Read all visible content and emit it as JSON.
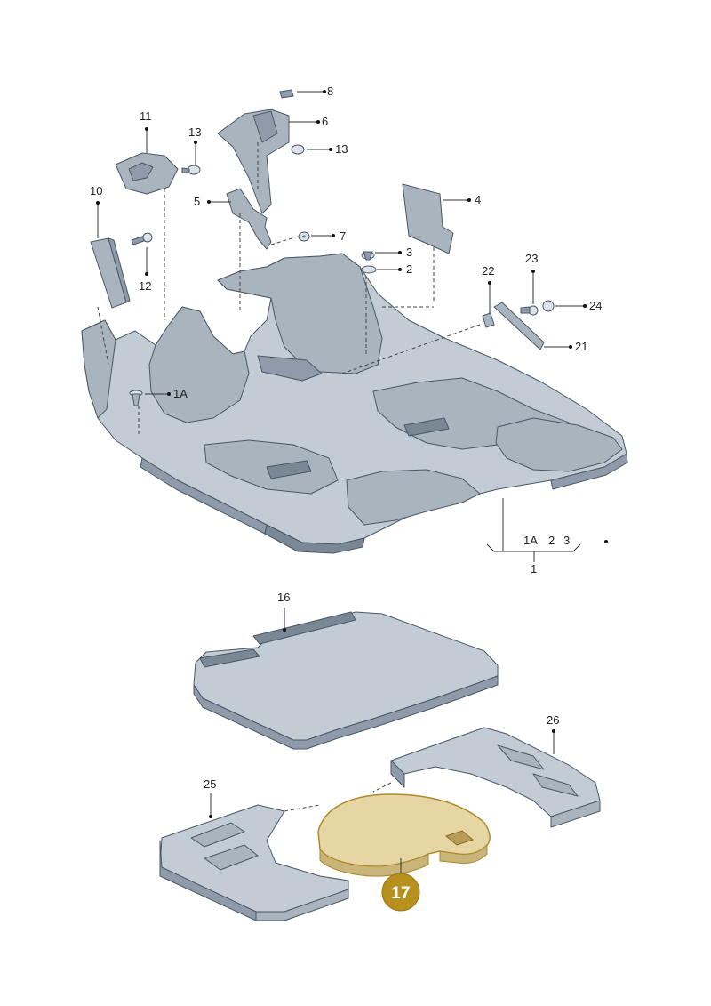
{
  "labels": {
    "p1": "1",
    "p1A": "1A",
    "p2": "2",
    "p3": "3",
    "p4": "4",
    "p5": "5",
    "p6": "6",
    "p7": "7",
    "p8": "8",
    "p10": "10",
    "p11": "11",
    "p12": "12",
    "p13a": "13",
    "p13b": "13",
    "p16": "16",
    "p17": "17",
    "p21": "21",
    "p22": "22",
    "p23": "23",
    "p24": "24",
    "p25": "25",
    "p26": "26",
    "grp1A": "1A",
    "grp2": "2",
    "grp3": "3"
  },
  "colors": {
    "highlight_part": "#e6d6a4",
    "highlight_badge": "#b8901e",
    "part_base": "#c3ccd5"
  }
}
